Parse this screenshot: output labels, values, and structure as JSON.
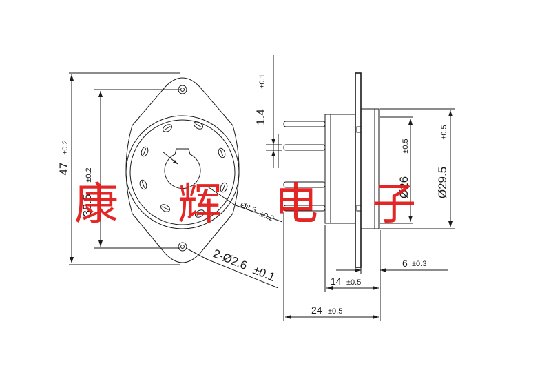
{
  "dimensions": {
    "height": {
      "value": "47",
      "tol": "±0.2"
    },
    "mount_spacing": {
      "value": "38.5",
      "tol": "±0.2"
    },
    "pin_circle": {
      "value": "Ø8.5",
      "tol": "±0.2"
    },
    "mount_holes": {
      "value": "2-Ø2.6",
      "tol": "±0.1"
    },
    "pin_offset": {
      "value": "1.4",
      "tol": "±0.1"
    },
    "inner_dia": {
      "value": "Ø26",
      "tol": "±0.5"
    },
    "outer_dia": {
      "value": "Ø29.5",
      "tol": "±0.5"
    },
    "flange": {
      "value": "6",
      "tol": "±0.3"
    },
    "body_len": {
      "value": "14",
      "tol": "±0.5"
    },
    "total_len": {
      "value": "24",
      "tol": "±0.5"
    }
  },
  "watermark": [
    "康",
    "辉",
    "电",
    "子"
  ]
}
